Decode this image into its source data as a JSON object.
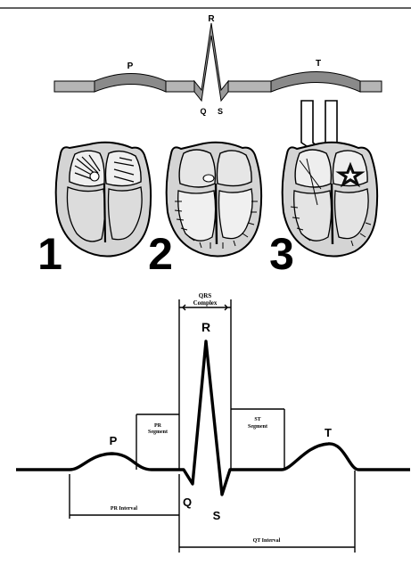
{
  "top_strip": {
    "wave_labels": {
      "p": "P",
      "r": "R",
      "q": "Q",
      "s": "S",
      "t": "T"
    }
  },
  "hearts": {
    "numbers": [
      "1",
      "2",
      "3"
    ]
  },
  "ecg": {
    "wave_labels": {
      "p": "P",
      "q": "Q",
      "r": "R",
      "s": "S",
      "t": "T"
    },
    "intervals": {
      "qrs_line1": "QRS",
      "qrs_line2": "Complex",
      "pr_segment_line1": "PR",
      "pr_segment_line2": "Segment",
      "st_segment_line1": "ST",
      "st_segment_line2": "Segment",
      "pr_interval": "PR Interval",
      "qt_interval": "QT Interval"
    }
  },
  "colors": {
    "band": "#a9a9a9",
    "band_dark": "#7d7d7d",
    "heart_fill": "#d6d6d6",
    "ink": "#000000"
  }
}
